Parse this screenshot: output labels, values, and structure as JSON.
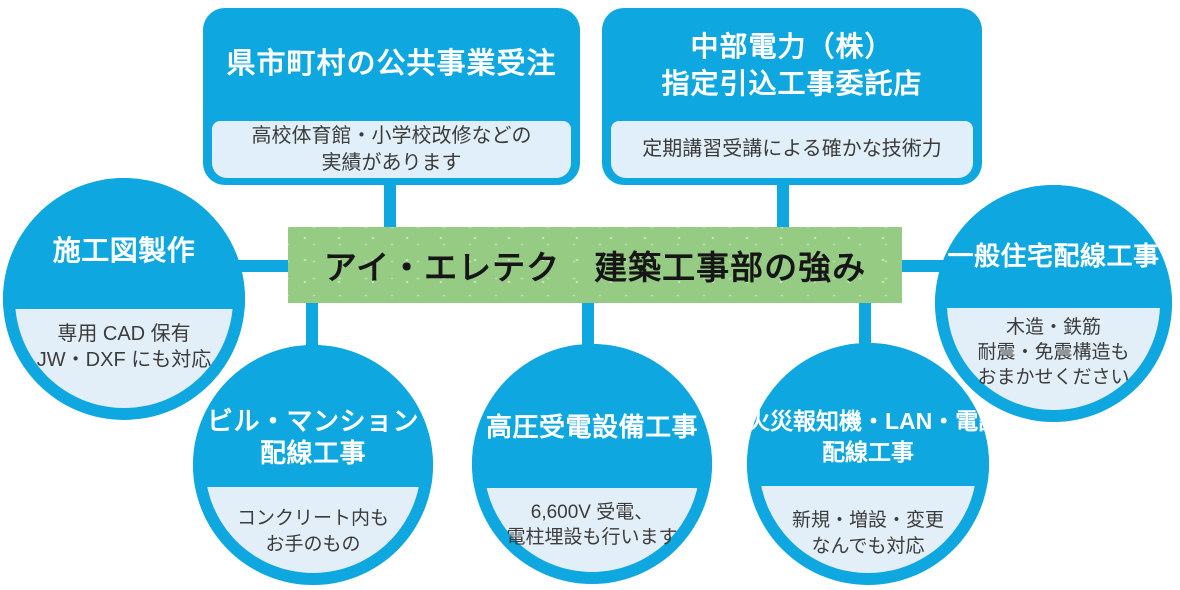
{
  "colors": {
    "blue": "#0FA7E0",
    "light_panel": "#E0EFF9",
    "circle_panel": "#E3EFF8",
    "green": "#95CB83",
    "note_text": "#3C3C3C",
    "center_text": "#161616"
  },
  "center_box": {
    "title": "アイ・エレテク　建築工事部の強み"
  },
  "top_boxes": {
    "public_works": {
      "title_line1": "県市町村の公共事業受注",
      "note_line1": "高校体育館・小学校改修などの",
      "note_line2": "実績があります"
    },
    "chubu_electric": {
      "title_line1": "中部電力（株）",
      "title_line2": "指定引込工事委託店",
      "note_line1": "定期講習受講による確かな技術力"
    }
  },
  "circles": {
    "drawing": {
      "title_line1": "施工図製作",
      "note_line1": "専用 CAD 保有",
      "note_line2": "JW・DXF にも対応"
    },
    "residential": {
      "title_line1": "一般住宅配線工事",
      "note_line1": "木造・鉄筋",
      "note_line2": "耐震・免震構造も",
      "note_line3": "おまかせください"
    },
    "building": {
      "title_line1": "ビル・マンション",
      "title_line2": "配線工事",
      "note_line1": "コンクリート内も",
      "note_line2": "お手のもの"
    },
    "high_voltage": {
      "title_line1": "高圧受電設備工事",
      "note_line1": "6,600V 受電、",
      "note_line2": "電柱埋設も行います"
    },
    "fire_lan": {
      "title_line1": "火災報知機・LAN・電話",
      "title_line2": "配線工事",
      "note_line1": "新規・増設・変更",
      "note_line2": "なんでも対応"
    }
  }
}
